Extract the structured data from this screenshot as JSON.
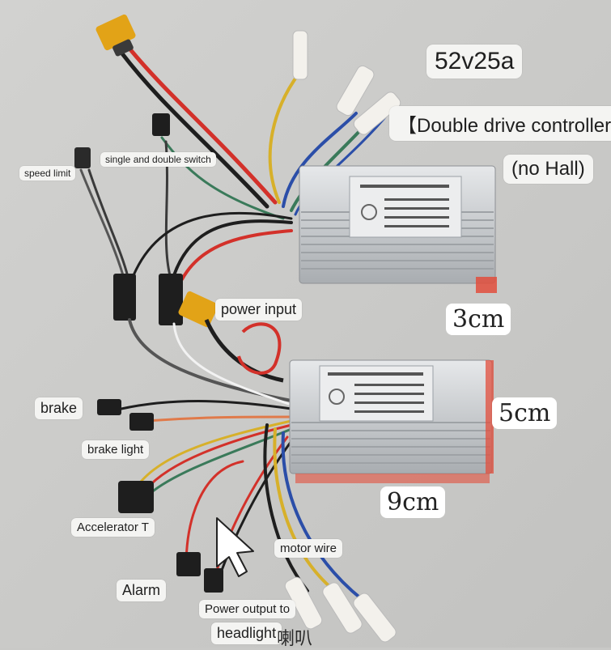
{
  "labels": {
    "voltage_current": "52v25a",
    "product_title": "【Double drive controller",
    "no_hall": "(no Hall)",
    "speed_limit": "speed limit",
    "single_double_switch": "single and double switch",
    "power_input": "power input",
    "brake": "brake",
    "brake_light": "brake light",
    "accelerator": "Accelerator T",
    "motor_wire": "motor wire",
    "alarm": "Alarm",
    "power_output_to": "Power output to",
    "headlight": "headlight",
    "truncated_chinese": "喇叭"
  },
  "dimensions": {
    "height": "3cm",
    "width": "5cm",
    "length": "9cm"
  },
  "colors": {
    "background": "#c9c9c7",
    "controller_body": "#b9bcbf",
    "label_bg": "#f4f4f2",
    "connector_yellow": "#e2a317",
    "wire_red": "#d3312a",
    "wire_black": "#1e1e1e",
    "wire_blue": "#2b4ea8",
    "wire_yellow": "#d7b02a",
    "wire_green": "#3a7a5a",
    "dimension_marker": "#e24e3c"
  }
}
